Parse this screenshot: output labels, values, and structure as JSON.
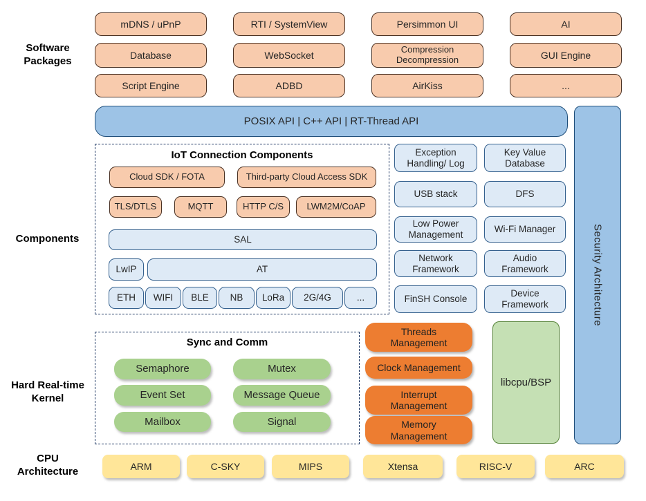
{
  "colors": {
    "package_fill": "#F8CBAD",
    "api_fill": "#9DC3E6",
    "service_fill": "#DEEAF6",
    "kernel_green_fill": "#A9D18E",
    "management_fill": "#ED7D31",
    "libcpu_fill": "#C5E0B4",
    "cpu_fill": "#FFE699",
    "dashed_border": "#1F3864"
  },
  "sections": {
    "software_packages": {
      "label": "Software\nPackages",
      "boxes": [
        "mDNS / uPnP",
        "RTI / SystemView",
        "Persimmon UI",
        "AI",
        "Database",
        "WebSocket",
        "Compression Decompression",
        "GUI Engine",
        "Script Engine",
        "ADBD",
        "AirKiss",
        "..."
      ]
    },
    "api_bar": {
      "label": "POSIX API | C++ API | RT-Thread API"
    },
    "security": {
      "label": "Security Architecture"
    },
    "components": {
      "label": "Components",
      "iot": {
        "title": "IoT Connection Components",
        "row1": [
          "Cloud SDK / FOTA",
          "Third-party Cloud Access SDK"
        ],
        "row2": [
          "TLS/DTLS",
          "MQTT",
          "HTTP C/S",
          "LWM2M/CoAP"
        ],
        "sal": "SAL",
        "lwip": "LwIP",
        "at": "AT",
        "links": [
          "ETH",
          "WIFI",
          "BLE",
          "NB",
          "LoRa",
          "2G/4G",
          "..."
        ]
      },
      "services": [
        "Exception Handling/ Log",
        "Key Value Database",
        "USB stack",
        "DFS",
        "Low Power Management",
        "Wi-Fi Manager",
        "Network Framework",
        "Audio Framework",
        "FinSH Console",
        "Device Framework"
      ]
    },
    "kernel": {
      "label": "Hard Real-time\nKernel",
      "sync_title": "Sync and Comm",
      "sync_boxes": [
        "Semaphore",
        "Mutex",
        "Event Set",
        "Message Queue",
        "Mailbox",
        "Signal"
      ],
      "management": [
        "Threads Management",
        "Clock Management",
        "Interrupt Management",
        "Memory Management"
      ],
      "libcpu": "libcpu/BSP"
    },
    "cpu": {
      "label": "CPU\nArchitecture",
      "boxes": [
        "ARM",
        "C-SKY",
        "MIPS",
        "Xtensa",
        "RISC-V",
        "ARC"
      ]
    }
  }
}
